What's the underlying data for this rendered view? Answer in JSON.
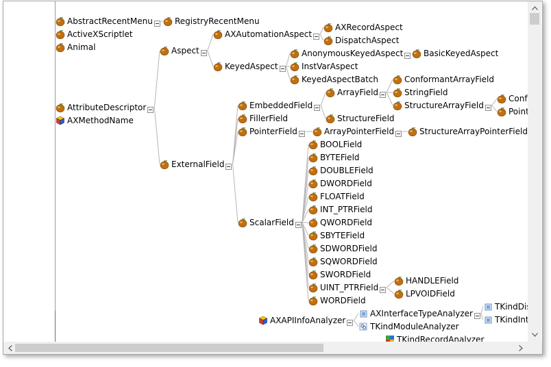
{
  "colors": {
    "apple_body": "#c07010",
    "apple_leaf": "#3e8a2c",
    "connector": "#b5b5b5",
    "toggle_border": "#8e8e8e",
    "scroll_track": "#f0f0f0",
    "scroll_thumb": "#cdcdcd"
  },
  "nodes": [
    {
      "id": "abstractrecentmenu",
      "label": "AbstractRecentMenu",
      "icon": "apple-icon",
      "toggle": true
    },
    {
      "id": "registryrecentmenu",
      "label": "RegistryRecentMenu",
      "icon": "apple-icon",
      "toggle": false
    },
    {
      "id": "activexscriptlet",
      "label": "ActiveXScriptlet",
      "icon": "apple-icon",
      "toggle": false
    },
    {
      "id": "animal",
      "label": "Animal",
      "icon": "apple-icon",
      "toggle": false
    },
    {
      "id": "aspect",
      "label": "Aspect",
      "icon": "apple-icon",
      "toggle": true
    },
    {
      "id": "axautomationaspect",
      "label": "AXAutomationAspect",
      "icon": "apple-icon",
      "toggle": true
    },
    {
      "id": "axrecordaspect",
      "label": "AXRecordAspect",
      "icon": "apple-icon",
      "toggle": false
    },
    {
      "id": "dispatchaspect",
      "label": "DispatchAspect",
      "icon": "apple-icon",
      "toggle": false
    },
    {
      "id": "keyedaspect",
      "label": "KeyedAspect",
      "icon": "apple-icon",
      "toggle": true
    },
    {
      "id": "anonymouskeyedaspect",
      "label": "AnonymousKeyedAspect",
      "icon": "apple-icon",
      "toggle": true
    },
    {
      "id": "basickeyedaspect",
      "label": "BasicKeyedAspect",
      "icon": "apple-icon",
      "toggle": false
    },
    {
      "id": "instvaraspect",
      "label": "InstVarAspect",
      "icon": "apple-icon",
      "toggle": false
    },
    {
      "id": "keyedaspectbatch",
      "label": "KeyedAspectBatch",
      "icon": "apple-icon",
      "toggle": false
    },
    {
      "id": "attributedescriptor",
      "label": "AttributeDescriptor",
      "icon": "apple-icon",
      "toggle": true
    },
    {
      "id": "axmethodname",
      "label": "AXMethodName",
      "icon": "stacked-box-icon",
      "toggle": false
    },
    {
      "id": "externalfield",
      "label": "ExternalField",
      "icon": "apple-icon",
      "toggle": true
    },
    {
      "id": "embeddedfield",
      "label": "EmbeddedField",
      "icon": "apple-icon",
      "toggle": true
    },
    {
      "id": "arrayfield",
      "label": "ArrayField",
      "icon": "apple-icon",
      "toggle": true
    },
    {
      "id": "conformantarrayfield",
      "label": "ConformantArrayField",
      "icon": "apple-icon",
      "toggle": false
    },
    {
      "id": "stringfield",
      "label": "StringField",
      "icon": "apple-icon",
      "toggle": false
    },
    {
      "id": "structurearrayfield",
      "label": "StructureArrayField",
      "icon": "apple-icon",
      "toggle": true
    },
    {
      "id": "conf-partial",
      "label": "Conf",
      "icon": "apple-icon",
      "toggle": false
    },
    {
      "id": "point-partial",
      "label": "Point",
      "icon": "apple-icon",
      "toggle": false
    },
    {
      "id": "structurefield",
      "label": "StructureField",
      "icon": "apple-icon",
      "toggle": false
    },
    {
      "id": "fillerfield",
      "label": "FillerField",
      "icon": "apple-icon",
      "toggle": false
    },
    {
      "id": "pointerfield",
      "label": "PointerField",
      "icon": "apple-icon",
      "toggle": true
    },
    {
      "id": "arraypointerfield",
      "label": "ArrayPointerField",
      "icon": "apple-icon",
      "toggle": true
    },
    {
      "id": "structurearraypointerfield",
      "label": "StructureArrayPointerField",
      "icon": "apple-icon",
      "toggle": false
    },
    {
      "id": "scalarfield",
      "label": "ScalarField",
      "icon": "apple-icon",
      "toggle": true
    },
    {
      "id": "boolfield",
      "label": "BOOLField",
      "icon": "apple-icon",
      "toggle": false
    },
    {
      "id": "bytefield",
      "label": "BYTEField",
      "icon": "apple-icon",
      "toggle": false
    },
    {
      "id": "doublefield",
      "label": "DOUBLEField",
      "icon": "apple-icon",
      "toggle": false
    },
    {
      "id": "dwordfield",
      "label": "DWORDField",
      "icon": "apple-icon",
      "toggle": false
    },
    {
      "id": "floatfield",
      "label": "FLOATField",
      "icon": "apple-icon",
      "toggle": false
    },
    {
      "id": "int_ptrfield",
      "label": "INT_PTRField",
      "icon": "apple-icon",
      "toggle": false
    },
    {
      "id": "qwordfield",
      "label": "QWORDField",
      "icon": "apple-icon",
      "toggle": false
    },
    {
      "id": "sbytefield",
      "label": "SBYTEField",
      "icon": "apple-icon",
      "toggle": false
    },
    {
      "id": "sdwordfield",
      "label": "SDWORDField",
      "icon": "apple-icon",
      "toggle": false
    },
    {
      "id": "sqwordfield",
      "label": "SQWORDField",
      "icon": "apple-icon",
      "toggle": false
    },
    {
      "id": "swordfield",
      "label": "SWORDField",
      "icon": "apple-icon",
      "toggle": false
    },
    {
      "id": "uint_ptrfield",
      "label": "UINT_PTRField",
      "icon": "apple-icon",
      "toggle": true
    },
    {
      "id": "handlefield",
      "label": "HANDLEField",
      "icon": "apple-icon",
      "toggle": false
    },
    {
      "id": "lpvoidfield",
      "label": "LPVOIDField",
      "icon": "apple-icon",
      "toggle": false
    },
    {
      "id": "wordfield",
      "label": "WORDField",
      "icon": "apple-icon",
      "toggle": false
    },
    {
      "id": "axapiinfoanalyzer",
      "label": "AXAPIInfoAnalyzer",
      "icon": "stacked-box-icon",
      "toggle": true
    },
    {
      "id": "axinterfacetypeanalyzer",
      "label": "AXInterfaceTypeAnalyzer",
      "icon": "class-box-icon",
      "toggle": true
    },
    {
      "id": "tkinddis-partial",
      "label": "TKindDis",
      "icon": "class-box-icon",
      "toggle": false
    },
    {
      "id": "tkindint-partial",
      "label": "TKindInt",
      "icon": "class-box-icon",
      "toggle": false
    },
    {
      "id": "tkindmoduleanalyzer",
      "label": "TKindModuleAnalyzer",
      "icon": "module-analyzer-icon",
      "toggle": false
    },
    {
      "id": "tkindrecordanalyzer",
      "label": "TKindRecordAnalyzer",
      "icon": "colored-class-icon",
      "toggle": false
    }
  ]
}
